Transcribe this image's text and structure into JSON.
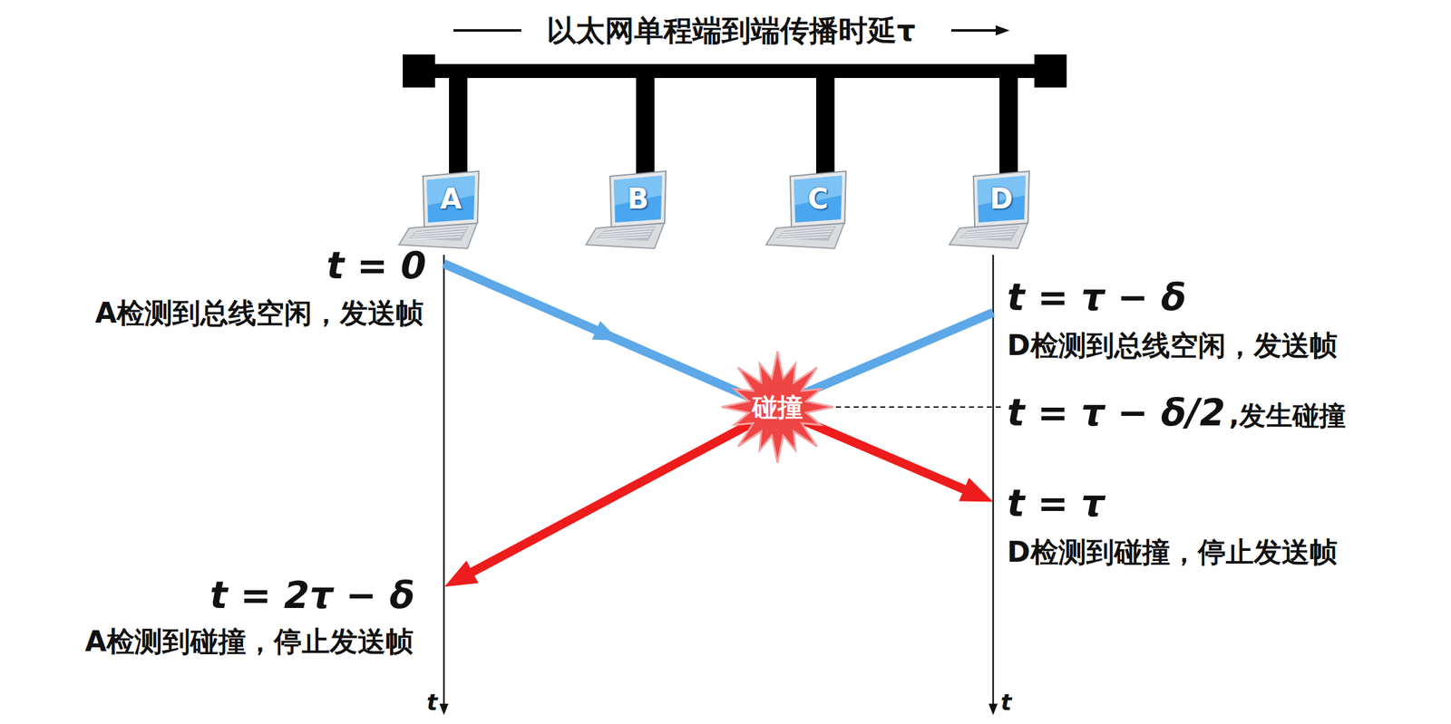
{
  "diagram": {
    "nodes": [
      {
        "text": [
          "A"
        ]
      },
      {
        "text": [
          "B"
        ]
      },
      {
        "text": [
          "C"
        ]
      },
      {
        "text": [
          "D"
        ]
      },
      {
        "text": [
          "碰撞"
        ]
      }
    ],
    "labels": [
      "以太网单程端到端传播时延τ",
      "t = 0",
      "A检测到总线空闲，发送帧",
      "t = τ − δ",
      "D检测到总线空闲，发送帧",
      "t = τ − δ/2",
      ",发生碰撞",
      "t = τ",
      "D检测到碰撞，停止发送帧",
      "t = 2τ − δ",
      "A检测到碰撞，停止发送帧",
      "t",
      "t"
    ]
  }
}
